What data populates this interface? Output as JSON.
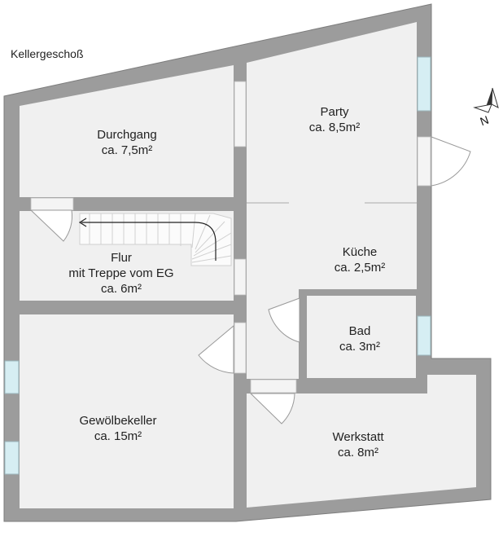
{
  "floor_title": "Kellergeschoß",
  "north": "N",
  "colors": {
    "wall": "#9c9c9c",
    "wall_edge": "#7d7d7d",
    "floor": "#f0f0f0",
    "window": "#d6eef3",
    "text": "#222222"
  },
  "rooms": [
    {
      "id": "durchgang",
      "name": "Durchgang",
      "area": "ca. 7,5m²"
    },
    {
      "id": "party",
      "name": "Party",
      "area": "ca. 8,5m²"
    },
    {
      "id": "flur",
      "name": "Flur",
      "subtitle": "mit Treppe vom EG",
      "area": "ca. 6m²"
    },
    {
      "id": "kueche",
      "name": "Küche",
      "area": "ca. 2,5m²"
    },
    {
      "id": "bad",
      "name": "Bad",
      "area": "ca. 3m²"
    },
    {
      "id": "gewoelbekeller",
      "name": "Gewölbekeller",
      "area": "ca. 15m²"
    },
    {
      "id": "werkstatt",
      "name": "Werkstatt",
      "area": "ca. 8m²"
    }
  ]
}
